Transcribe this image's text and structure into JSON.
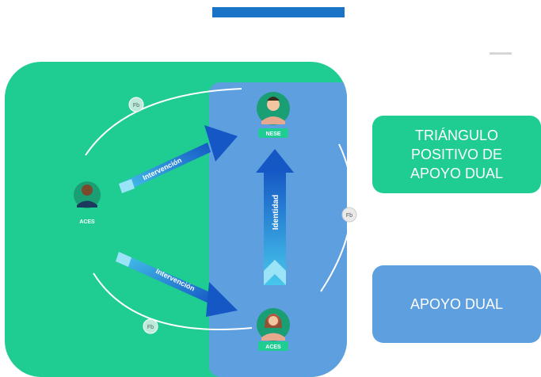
{
  "diagram": {
    "fb_labels": [
      "Fb",
      "Fb",
      "Fb"
    ],
    "arrow_intervencion_top": "Intervención",
    "arrow_intervencion_bottom": "Intervención",
    "arrow_identidad": "Identidad",
    "person_left_label": "ACES",
    "person_top_label": "NESE",
    "person_bottom_label": "ACES"
  },
  "legend": {
    "triangle_text": "TRIÁNGULO\nPOSITIVO  DE\nAPOYO DUAL",
    "dual_text": "APOYO DUAL"
  },
  "colors": {
    "green": "#1fcc92",
    "blue": "#5e9fdf",
    "top_bar": "#1a73c6",
    "arrow": "#1c6fd4"
  }
}
